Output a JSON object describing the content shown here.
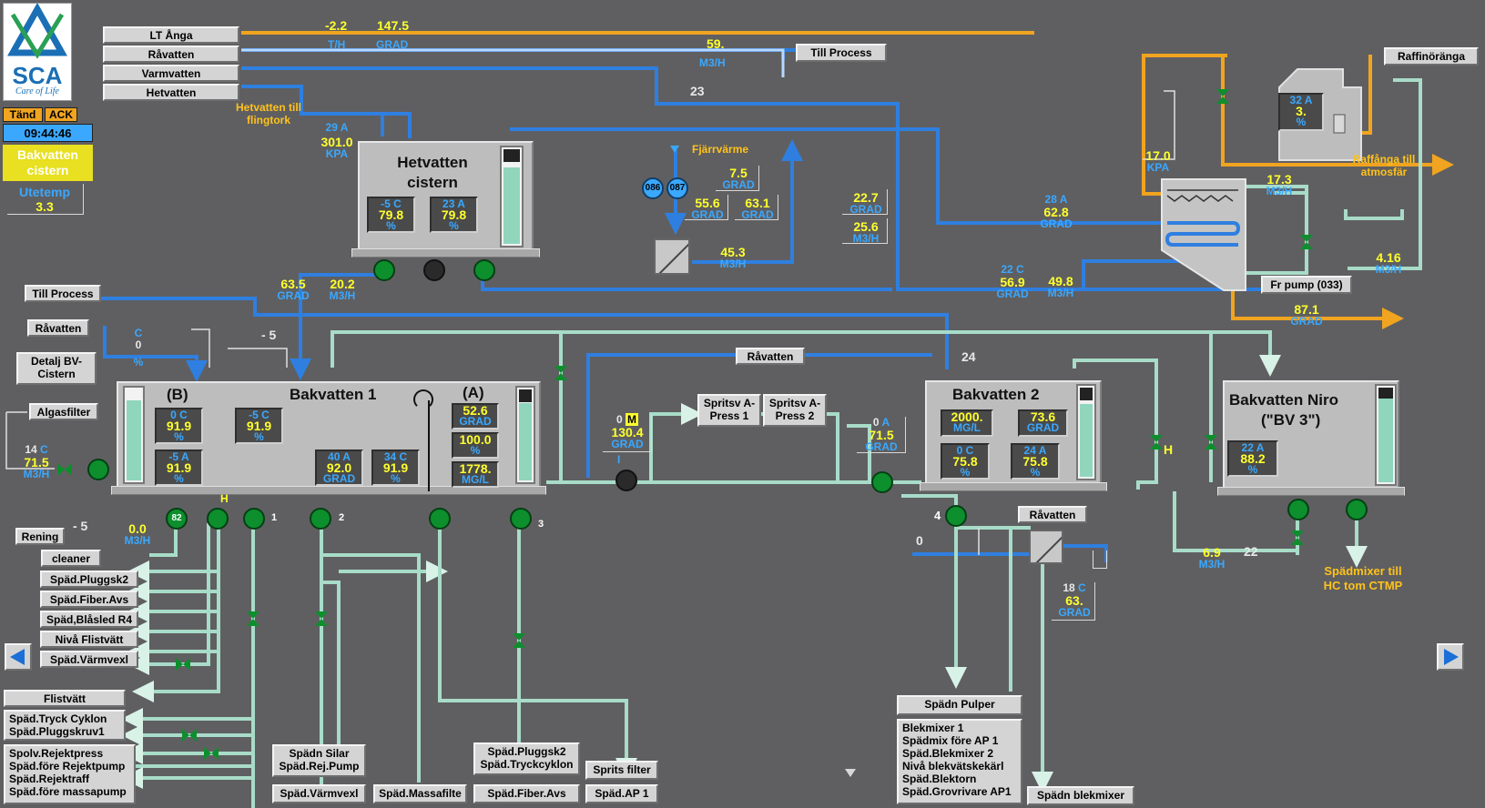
{
  "logo": {
    "brand": "SCA",
    "tagline": "Care of Life"
  },
  "header": {
    "menu": [
      "LT Ånga",
      "Råvatten",
      "Varmvatten",
      "Hetvatten"
    ],
    "tand": "Tänd",
    "ack": "ACK",
    "clock": "09:44:46",
    "station": "Bakvatten cistern",
    "utetemp_label": "Utetemp",
    "utetemp_value": "3.3"
  },
  "colors": {
    "background": "#5f5f61",
    "steam": "#f0a420",
    "water": "#2f7fe0",
    "backwater": "#a8dcc8",
    "value": "#ffff2e",
    "unit": "#3aa8ff",
    "pump_on": "#0c8f2c"
  },
  "flows": {
    "lt_anga": {
      "v1": "-2.2",
      "u1": "T/H",
      "v2": "147.5",
      "u2": "GRAD"
    },
    "ravatten": {
      "v": "59.",
      "u": "M3/H"
    },
    "varmvatten": {
      "v": "23"
    },
    "hetvatten_kpa": {
      "mode": "29",
      "m": "A",
      "v": "301.0",
      "u": "KPA"
    },
    "fjarr_75": {
      "v": "7.5",
      "u": "GRAD"
    },
    "fjarr_556": {
      "v": "55.6",
      "u": "GRAD"
    },
    "fjarr_631": {
      "v": "63.1",
      "u": "GRAD"
    },
    "v227": {
      "v": "22.7",
      "u": "GRAD"
    },
    "v256": {
      "v": "25.6",
      "u": "M3/H"
    },
    "v453": {
      "v": "45.3",
      "u": "M3/H"
    },
    "v628": {
      "mode": "28",
      "m": "A",
      "v": "62.8",
      "u": "GRAD"
    },
    "kpa17": {
      "v": "17.0",
      "u": "KPA"
    },
    "v173": {
      "v": "17.3",
      "u": "M3/H"
    },
    "v416": {
      "v": "4.16",
      "u": "M3/H"
    },
    "v569": {
      "mode": "22",
      "m": "C",
      "v": "56.9",
      "u": "GRAD"
    },
    "v498": {
      "v": "49.8",
      "u": "M3/H"
    },
    "v871": {
      "v": "87.1",
      "u": "GRAD"
    },
    "v635": {
      "v": "63.5",
      "u": "GRAD"
    },
    "v202": {
      "v": "20.2",
      "u": "M3/H"
    },
    "minus5a": "- 5",
    "c0": {
      "m": "C",
      "v": "0",
      "u": "%"
    },
    "v715l": {
      "mode": "14",
      "m": "C",
      "v": "71.5",
      "u": "M3/H"
    },
    "rening": {
      "minus": "- 5",
      "v": "0.0",
      "u": "M3/H"
    },
    "v1304": {
      "mode": "0",
      "m": "M",
      "v": "130.4",
      "u": "GRAD"
    },
    "v715m": {
      "mode": "0",
      "m": "A",
      "v": "71.5",
      "u": "GRAD"
    },
    "n24": "24",
    "n4": "4",
    "n0": "0",
    "v63": {
      "mode": "18",
      "m": "C",
      "v": "63.",
      "u": "GRAD"
    },
    "v69": {
      "v": "6.9",
      "u": "M3/H"
    },
    "n22": "22",
    "raffangA": {
      "mode": "32",
      "m": "A",
      "v": "3.",
      "u": "%"
    }
  },
  "notes": {
    "hetvatten_flingtork": "Hetvatten till flingtork",
    "fjarrvarme": "Fjärrvärme",
    "raffanga": "Raffånga till atmosfär",
    "spadmixer": "Spädmixer till HC tom CTMP"
  },
  "tanks": {
    "hetvatten": {
      "title": "Hetvatten cistern",
      "left": {
        "mode": "-5",
        "m": "C",
        "v": "79.8",
        "u": "%"
      },
      "right": {
        "mode": "23",
        "m": "A",
        "v": "79.8",
        "u": "%"
      }
    },
    "bv1": {
      "title": "Bakvatten 1",
      "tagB": "(B)",
      "tagA": "(A)",
      "b1": {
        "mode": "0",
        "m": "C",
        "v": "91.9",
        "u": "%"
      },
      "b2": {
        "mode": "-5",
        "m": "A",
        "v": "91.9",
        "u": "%"
      },
      "b3": {
        "mode": "-5",
        "m": "C",
        "v": "91.9",
        "u": "%"
      },
      "b4": {
        "mode": "40",
        "m": "A",
        "v": "92.0",
        "u": "GRAD"
      },
      "b5": {
        "mode": "34",
        "m": "C",
        "v": "91.9",
        "u": "%"
      },
      "a1": {
        "v": "52.6",
        "u": "GRAD"
      },
      "a2": {
        "v": "100.0",
        "u": "%"
      },
      "a3": {
        "v": "1778.",
        "u": "MG/L"
      }
    },
    "bv2": {
      "title": "Bakvatten 2",
      "c1": {
        "v": "2000.",
        "u": "MG/L"
      },
      "c2": {
        "v": "73.6",
        "u": "GRAD"
      },
      "c3": {
        "mode": "0",
        "m": "C",
        "v": "75.8",
        "u": "%"
      },
      "c4": {
        "mode": "24",
        "m": "A",
        "v": "75.8",
        "u": "%"
      }
    },
    "niro": {
      "title1": "Bakvatten Niro",
      "title2": "(\"BV 3\")",
      "d1": {
        "mode": "22",
        "m": "A",
        "v": "88.2",
        "u": "%"
      }
    }
  },
  "pumps": {
    "p82": "82",
    "p1": "1",
    "p2": "2",
    "p3": "3",
    "c086": "086",
    "c087": "087",
    "h1": "H",
    "h2": "H",
    "i1": "I"
  },
  "buttons": {
    "till_process_top": "Till Process",
    "raffinoranga": "Raffinöränga",
    "till_process_left": "Till Process",
    "ravatten_left": "Råvatten",
    "detalj": "Detalj BV-Cistern",
    "algasfilter": "Algasfilter",
    "fr_pump": "Fr pump (033)",
    "ravatten_mid": "Råvatten",
    "spritsv1": "Spritsv A-Press 1",
    "spritsv2": "Spritsv A-Press 2",
    "ravatten_right": "Råvatten",
    "rening": "Rening",
    "cleaner": "cleaner",
    "spad_pluggsk2": "Späd.Pluggsk2",
    "spad_fiber": "Späd.Fiber.Avs",
    "spad_blasled": "Späd,Blåsled R4",
    "niva_flistvatt": "Nivå Flistvätt",
    "spad_varmvexl": "Späd.Värmvexl",
    "flistvatt": "Flistvätt",
    "group1": [
      "Späd.Tryck Cyklon",
      "Späd.Pluggskruv1"
    ],
    "group2": [
      "Spolv.Rejektpress",
      "Späd.före Rejektpump",
      "Späd.Rejektraff",
      "Späd.före massapump"
    ],
    "spadn_silar": [
      "Spädn Silar",
      "Späd.Rej.Pump"
    ],
    "spad_varmvexl2": "Späd.Värmvexl",
    "spad_massafilte": "Späd.Massafilte",
    "pluggsk_group": [
      "Späd.Pluggsk2",
      "Späd.Tryckcyklon"
    ],
    "spad_fiber2": "Späd.Fiber.Avs",
    "sprits_filter": "Sprits filter",
    "spad_ap1": "Späd.AP 1",
    "spadn_pulper": "Spädn Pulper",
    "blek_group": [
      "Blekmixer 1",
      "Spädmix före AP 1",
      "Späd.Blekmixer 2",
      "Nivå blekvätskekärl",
      "Späd.Blektorn",
      "Späd.Grovrivare AP1"
    ],
    "spadn_blekmixer": "Spädn blekmixer"
  }
}
